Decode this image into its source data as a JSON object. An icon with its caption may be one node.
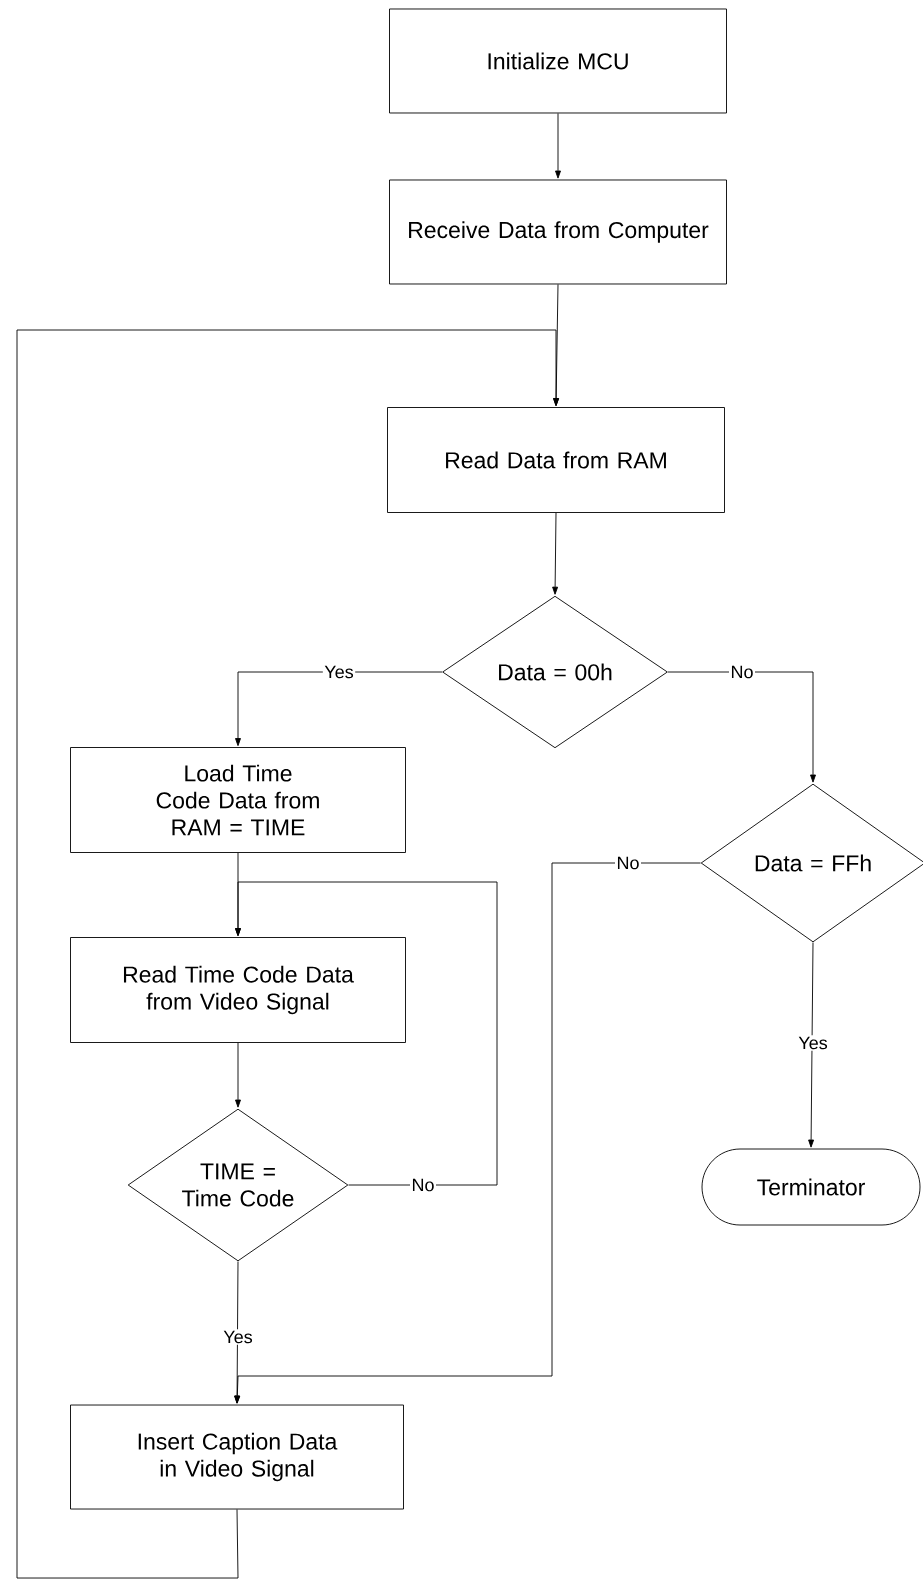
{
  "diagram": {
    "nodes": [
      {
        "text": [
          "Initialize MCU"
        ]
      },
      {
        "text": [
          "Receive Data from Computer"
        ]
      },
      {
        "text": [
          "Read Data from RAM"
        ]
      },
      {
        "text": [
          "Data = 00h"
        ]
      },
      {
        "text": [
          "Load Time Code Data from RAM = TIME"
        ]
      },
      {
        "text": [
          "Data = FFh"
        ]
      },
      {
        "text": [
          "Read Time Code Data from Video Signal"
        ]
      },
      {
        "text": [
          "TIME = Time Code"
        ]
      },
      {
        "text": [
          "Terminator"
        ]
      },
      {
        "text": [
          "Insert Caption Data in Video Signal"
        ]
      }
    ],
    "edges": [
      {
        "from": 0,
        "to": 1,
        "arrow": "to"
      },
      {
        "from": 1,
        "to": 2,
        "arrow": "to"
      },
      {
        "from": 9,
        "to": 2,
        "arrow": "to"
      },
      {
        "from": 2,
        "to": 3,
        "arrow": "to"
      },
      {
        "from": 3,
        "to": 4,
        "arrow": "to",
        "label": "Yes"
      },
      {
        "from": 3,
        "to": 5,
        "arrow": "to",
        "label": "No"
      },
      {
        "from": 4,
        "to": 6,
        "arrow": "to"
      },
      {
        "from": 6,
        "to": 7,
        "arrow": "to"
      },
      {
        "from": 7,
        "to": 6,
        "arrow": "to",
        "label": "No"
      },
      {
        "from": 5,
        "to": 9,
        "arrow": "to",
        "label": "No"
      },
      {
        "from": 5,
        "to": 8,
        "arrow": "to",
        "label": "Yes"
      },
      {
        "from": 7,
        "to": 9,
        "arrow": "to",
        "label": "Yes"
      }
    ]
  }
}
